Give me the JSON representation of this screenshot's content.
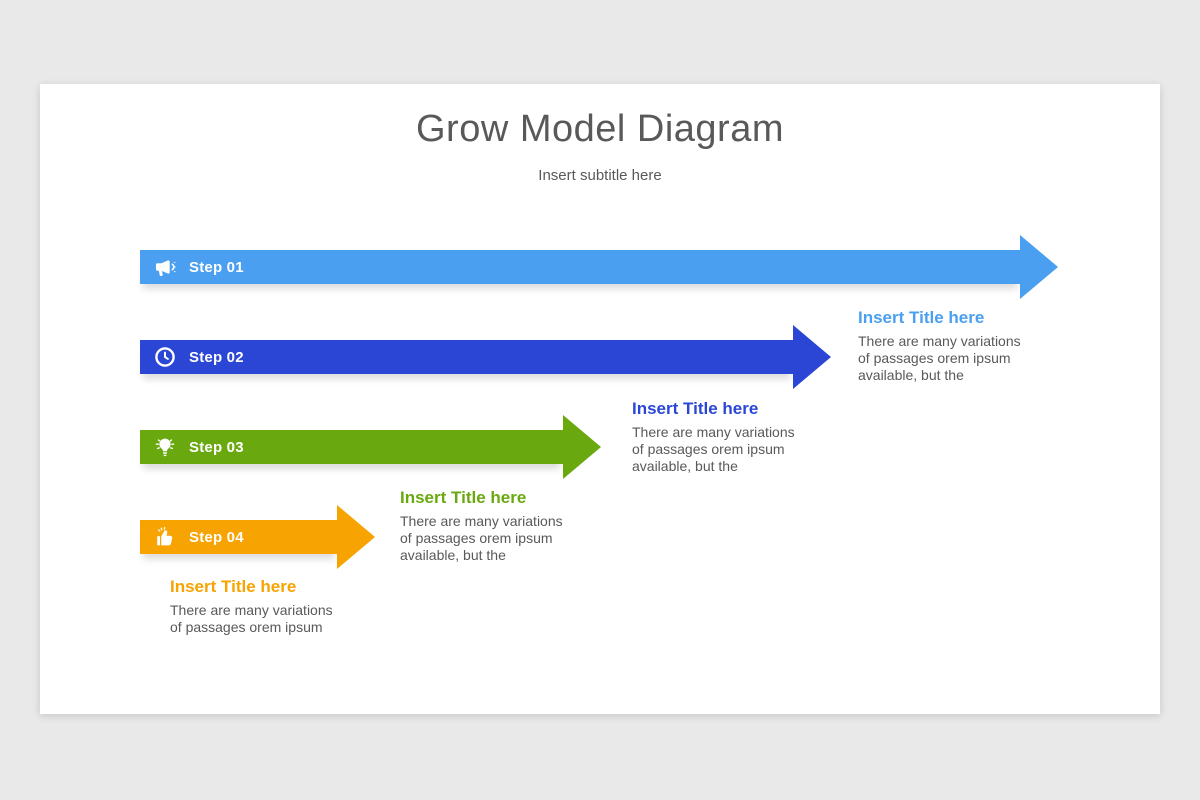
{
  "slide": {
    "title": "Grow Model Diagram",
    "subtitle": "Insert subtitle here"
  },
  "colors": {
    "background": "#e9e9e9",
    "card": "#ffffff",
    "text_gray": "#595959"
  },
  "steps": [
    {
      "label": "Step 01",
      "icon": "megaphone-icon",
      "color": "#4a9ff0",
      "block_title": "Insert Title here",
      "block_body": "There are many variations\nof passages orem ipsum\navailable, but the"
    },
    {
      "label": "Step 02",
      "icon": "clock-icon",
      "color": "#2b46d5",
      "block_title": "Insert Title here",
      "block_body": "There are many variations\nof passages orem ipsum\navailable, but the"
    },
    {
      "label": "Step 03",
      "icon": "lightbulb-icon",
      "color": "#69a90f",
      "block_title": "Insert Title here",
      "block_body": "There are many variations\nof passages orem ipsum\navailable, but the"
    },
    {
      "label": "Step 04",
      "icon": "thumbs-up-icon",
      "color": "#f7a301",
      "block_title": "Insert Title here",
      "block_body": "There are many variations\nof passages orem ipsum"
    }
  ]
}
